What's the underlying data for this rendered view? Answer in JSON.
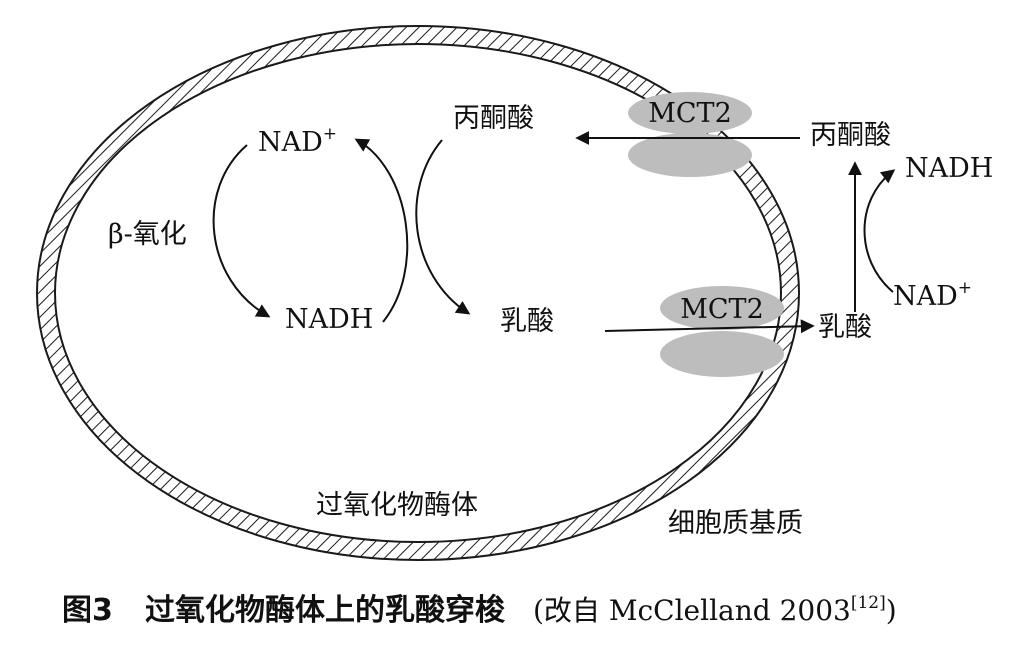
{
  "labels": {
    "nad_plus_inner": "NAD",
    "nad_plus_inner_sup": "+",
    "beta_oxidation": "β-氧化",
    "nadh_inner": "NADH",
    "pyruvate_inner": "丙酮酸",
    "lactate_inner": "乳酸",
    "mct2_top": "MCT2",
    "mct2_bottom": "MCT2",
    "pyruvate_outer": "丙酮酸",
    "nadh_outer": "NADH",
    "nad_plus_outer": "NAD",
    "nad_plus_outer_sup": "+",
    "lactate_outer": "乳酸",
    "peroxisome": "过氧化物酶体",
    "cytosol": "细胞质基质"
  },
  "caption": {
    "figure_label": "图3",
    "title": "过氧化物酶体上的乳酸穿梭",
    "source": "(改自 McClelland 2003",
    "ref": "[12]",
    "close": ")"
  },
  "colors": {
    "membrane_stroke": "#1a1a1a",
    "transporter_fill": "#bdbdbd",
    "text": "#111111"
  }
}
